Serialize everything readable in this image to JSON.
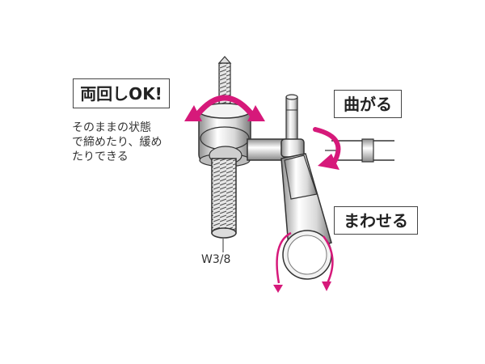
{
  "labels": {
    "both_ways": "両回しOK!",
    "bend": "曲がる",
    "turn": "まわせる"
  },
  "description": {
    "line1": "そのままの状態",
    "line2": "で締めたり、緩め",
    "line3": "たりできる"
  },
  "thread_size": "W3/8",
  "colors": {
    "arrow": "#d6197a",
    "outline": "#333333",
    "metal_light": "#f4f4f4",
    "metal_shade": "#9a9a9a"
  },
  "icons": [
    "rotation-arrow-icon",
    "bend-arrow-icon",
    "turn-arrow-icon"
  ]
}
